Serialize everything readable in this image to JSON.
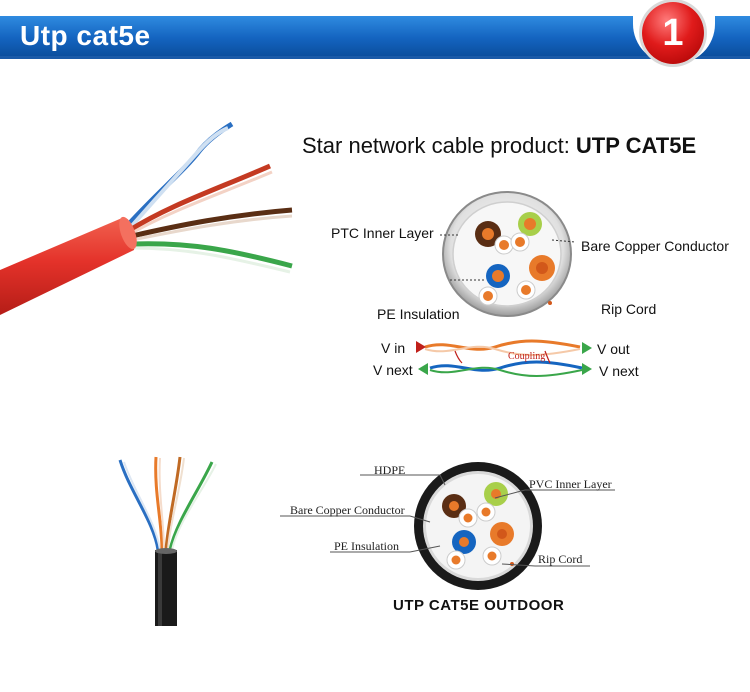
{
  "header": {
    "title": "Utp cat5e",
    "badge_number": "1",
    "bar_color": "#1464c0"
  },
  "product": {
    "title_prefix": "Star network cable product: ",
    "title_bold": "UTP CAT5E"
  },
  "top_diagram": {
    "labels": {
      "ptc_inner_layer": "PTC Inner Layer",
      "bare_copper_conductor": "Bare Copper Conductor",
      "pe_insulation": "PE Insulation",
      "rip_cord": "Rip Cord"
    },
    "signal": {
      "v_in": "V in",
      "v_out": "V out",
      "v_next_left": "V next",
      "v_next_right": "V next",
      "coupling": "Coupling"
    }
  },
  "bottom_diagram": {
    "labels": {
      "hdpe": "HDPE",
      "pvc_inner_layer": "PVC Inner Layer",
      "bare_copper_conductor": "Bare Copper Conductor",
      "pe_insulation": "PE Insulation",
      "rip_cord": "Rip Cord"
    },
    "caption": "UTP CAT5E OUTDOOR"
  },
  "images": {
    "red_cable": "red-utp-cable-photo",
    "outdoor_cable": "outdoor-utp-cable-photo"
  },
  "colors": {
    "cable_red": "#e4322a",
    "outdoor_jacket": "#1a1a1a",
    "accent_orange": "#e87a2a",
    "accent_blue": "#1565c0",
    "accent_green": "#3aa64a",
    "accent_brown": "#5a2e14"
  }
}
